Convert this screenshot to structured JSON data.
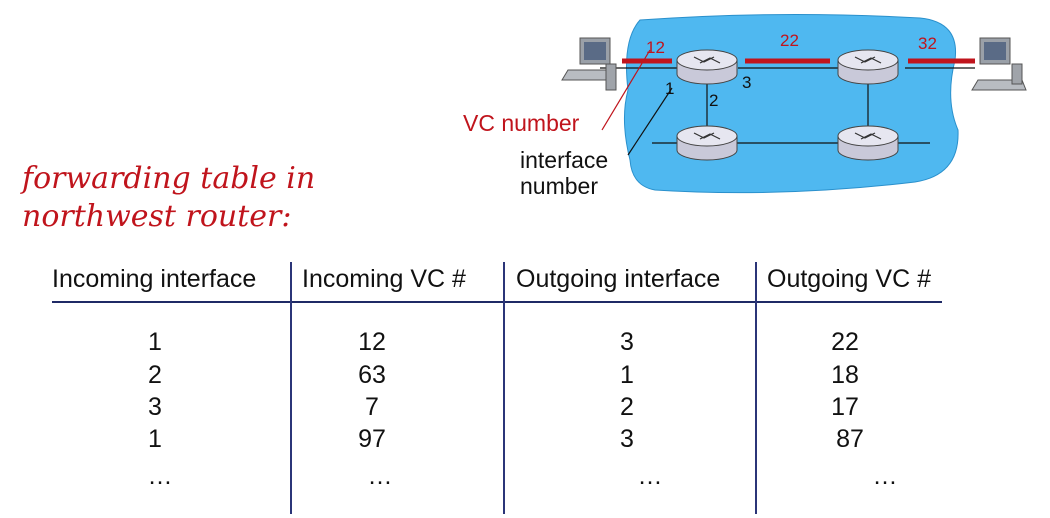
{
  "labels": {
    "vc_number": "VC number",
    "interface_line1": "interface",
    "interface_line2": "number"
  },
  "link_vc": [
    "12",
    "22",
    "32"
  ],
  "interfaces": [
    "1",
    "2",
    "3"
  ],
  "caption": {
    "line1": "forwarding table in",
    "line2": "northwest router:"
  },
  "table": {
    "headers": [
      "Incoming interface",
      "Incoming VC #",
      "Outgoing interface",
      "Outgoing VC #"
    ],
    "rows": [
      [
        "1",
        "12",
        "3",
        "22"
      ],
      [
        "2",
        "63",
        "1",
        "18"
      ],
      [
        "3",
        "7",
        "2",
        "17"
      ],
      [
        "1",
        "97",
        "3",
        "87"
      ],
      [
        "…",
        "…",
        "…",
        "…"
      ]
    ]
  },
  "colors": {
    "accent_red": "#c0141c",
    "network_cloud": "#4fb8f0",
    "table_rule": "#1f2a66"
  }
}
